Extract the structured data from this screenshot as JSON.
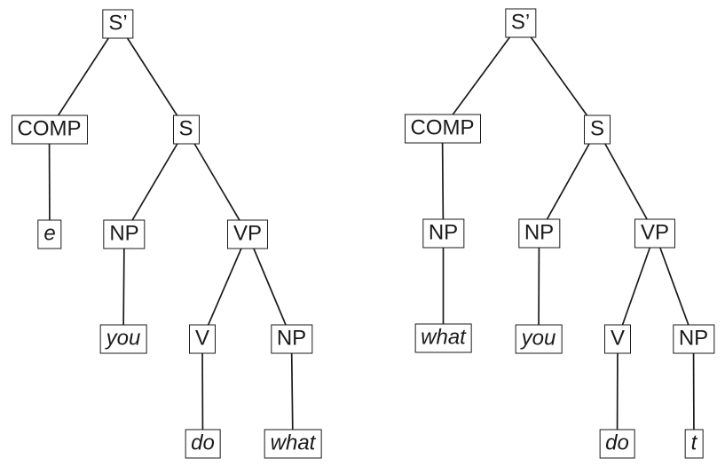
{
  "figure": {
    "kind": "syntax-tree-diagram",
    "tree_count": 2
  },
  "left_tree": {
    "nodes": {
      "s_bar": {
        "label": "S’"
      },
      "comp": {
        "label": "COMP"
      },
      "s": {
        "label": "S"
      },
      "e": {
        "label": "e"
      },
      "np_subject": {
        "label": "NP"
      },
      "vp": {
        "label": "VP"
      },
      "you": {
        "label": "you"
      },
      "v": {
        "label": "V"
      },
      "np_object": {
        "label": "NP"
      },
      "do": {
        "label": "do"
      },
      "what": {
        "label": "what"
      }
    },
    "edges": [
      [
        "s_bar",
        "comp"
      ],
      [
        "s_bar",
        "s"
      ],
      [
        "comp",
        "e"
      ],
      [
        "s",
        "np_subject"
      ],
      [
        "s",
        "vp"
      ],
      [
        "np_subject",
        "you"
      ],
      [
        "vp",
        "v"
      ],
      [
        "vp",
        "np_object"
      ],
      [
        "v",
        "do"
      ],
      [
        "np_object",
        "what"
      ]
    ]
  },
  "right_tree": {
    "nodes": {
      "s_bar": {
        "label": "S’"
      },
      "comp": {
        "label": "COMP"
      },
      "s": {
        "label": "S"
      },
      "np_comp": {
        "label": "NP"
      },
      "what": {
        "label": "what"
      },
      "np_subject": {
        "label": "NP"
      },
      "you": {
        "label": "you"
      },
      "vp": {
        "label": "VP"
      },
      "v": {
        "label": "V"
      },
      "np_object": {
        "label": "NP"
      },
      "do": {
        "label": "do"
      },
      "t": {
        "label": "t"
      }
    },
    "edges": [
      [
        "s_bar",
        "comp"
      ],
      [
        "s_bar",
        "s"
      ],
      [
        "comp",
        "np_comp"
      ],
      [
        "np_comp",
        "what"
      ],
      [
        "s",
        "np_subject"
      ],
      [
        "s",
        "vp"
      ],
      [
        "np_subject",
        "you"
      ],
      [
        "vp",
        "v"
      ],
      [
        "vp",
        "np_object"
      ],
      [
        "v",
        "do"
      ],
      [
        "np_object",
        "t"
      ]
    ]
  }
}
